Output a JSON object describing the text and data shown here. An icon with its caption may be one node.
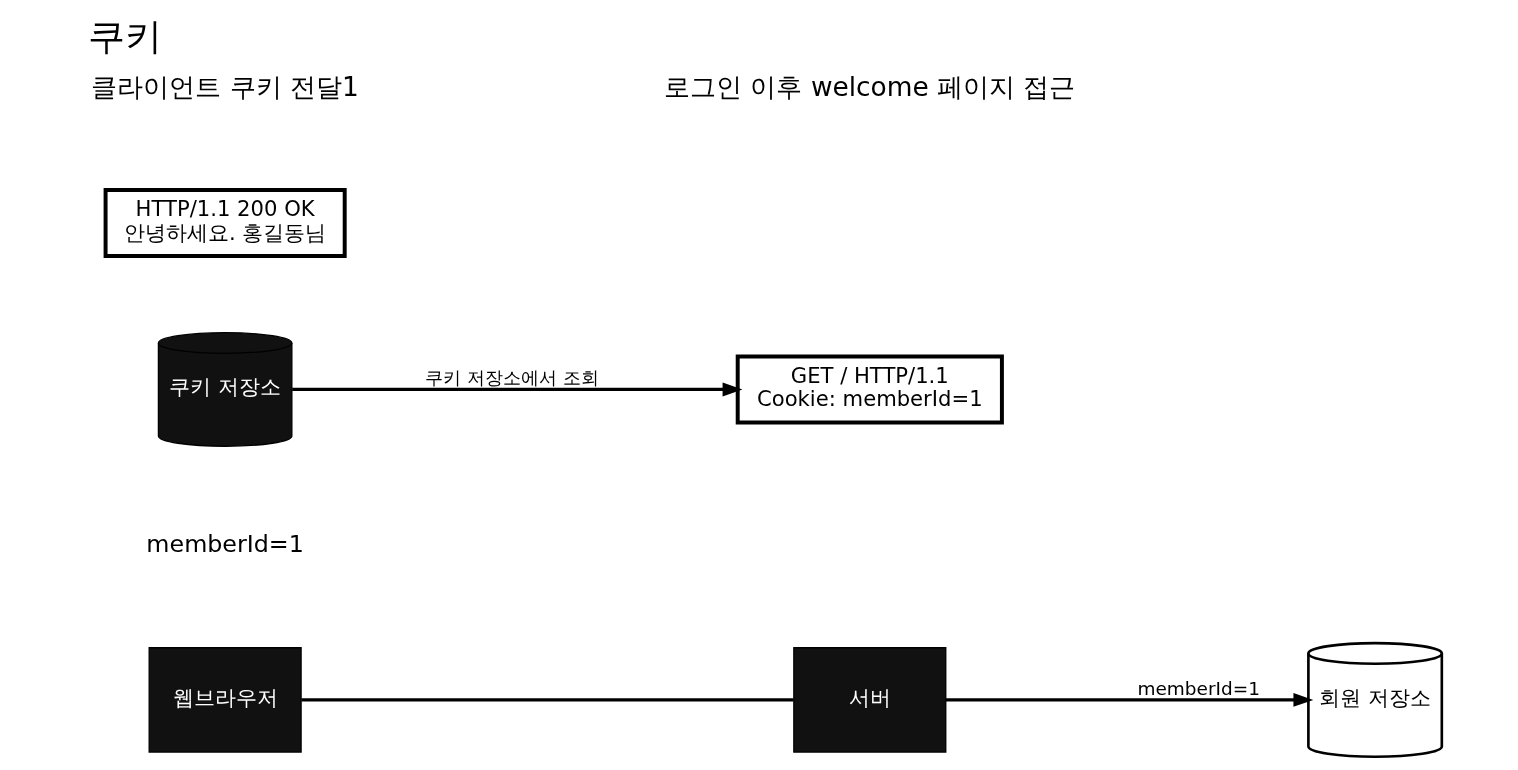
{
  "diagram": {
    "title": "쿠키",
    "nodes": [
      {
        "text": [
          "웹브라우저"
        ]
      },
      {
        "text": [
          "GET / HTTP/1.1",
          "Cookie: memberId=1"
        ]
      },
      {
        "text": [
          "서버"
        ]
      },
      {
        "text": [
          "HTTP/1.1 200 OK",
          "안녕하세요. 홍길동님"
        ]
      },
      {
        "text": [
          "쿠키 저장소"
        ],
        "beside": [
          "memberId=1"
        ]
      },
      {
        "text": [
          "회원 저장소"
        ]
      }
    ],
    "edges": [
      {
        "from": 0,
        "to": 2,
        "arrow": "none"
      },
      {
        "from": 4,
        "to": 1,
        "arrow": "to",
        "label": "쿠키 저장소에서 조회"
      },
      {
        "from": 2,
        "to": 5,
        "arrow": "to",
        "label": "memberId=1"
      }
    ],
    "labels": [
      "클라이언트 쿠키 전달1",
      "로그인 이후 welcome 페이지 접근"
    ]
  }
}
